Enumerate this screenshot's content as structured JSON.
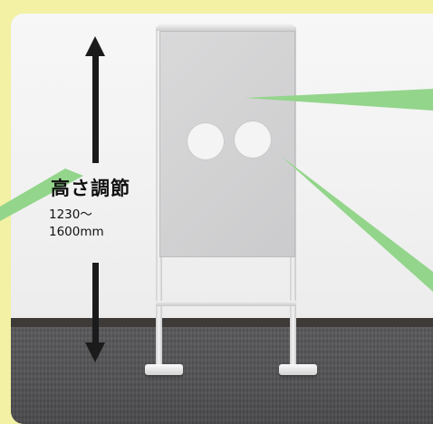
{
  "height_label": {
    "title": "高さ調節",
    "range_line1": "1230～",
    "range_line2": "1600mm"
  },
  "colors": {
    "frame": "#f2f1a4",
    "callout": "#93d58b",
    "arrow": "#1b1b1b"
  },
  "icons": [
    "arrow-up-icon",
    "arrow-down-icon"
  ]
}
